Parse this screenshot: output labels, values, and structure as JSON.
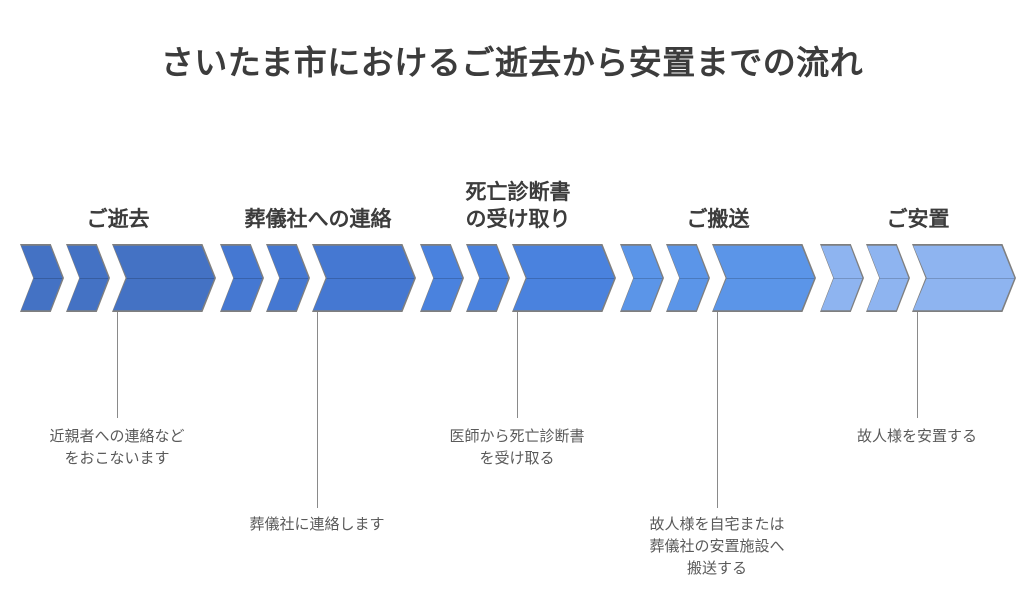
{
  "page": {
    "title": "さいたま市におけるご逝去から安置までの流れ",
    "background_color": "#ffffff",
    "title_color": "#3c3c3c",
    "connector_color": "#8a8a8a",
    "chevron_outline_color": "#7f7f7f"
  },
  "diagram": {
    "type": "process-flow",
    "orientation": "horizontal",
    "step_count": 5,
    "chevrons_per_step": 3,
    "steps": [
      {
        "index": 1,
        "label": "ご逝去",
        "description": "近親者への連絡など\nをおこないます",
        "fill_color": "#4472C4",
        "connector_length": "short"
      },
      {
        "index": 2,
        "label": "葬儀社への連絡",
        "description": "葬儀社に連絡します",
        "fill_color": "#4578D2",
        "connector_length": "long"
      },
      {
        "index": 3,
        "label": "死亡診断書\nの受け取り",
        "description": "医師から死亡診断書\nを受け取る",
        "fill_color": "#4A82DE",
        "connector_length": "short"
      },
      {
        "index": 4,
        "label": "ご搬送",
        "description": "故人様を自宅または\n葬儀社の安置施設へ\n搬送する",
        "fill_color": "#5B95E8",
        "connector_length": "long"
      },
      {
        "index": 5,
        "label": "ご安置",
        "description": "故人様を安置する",
        "fill_color": "#8EB4F0",
        "connector_length": "short"
      }
    ]
  }
}
